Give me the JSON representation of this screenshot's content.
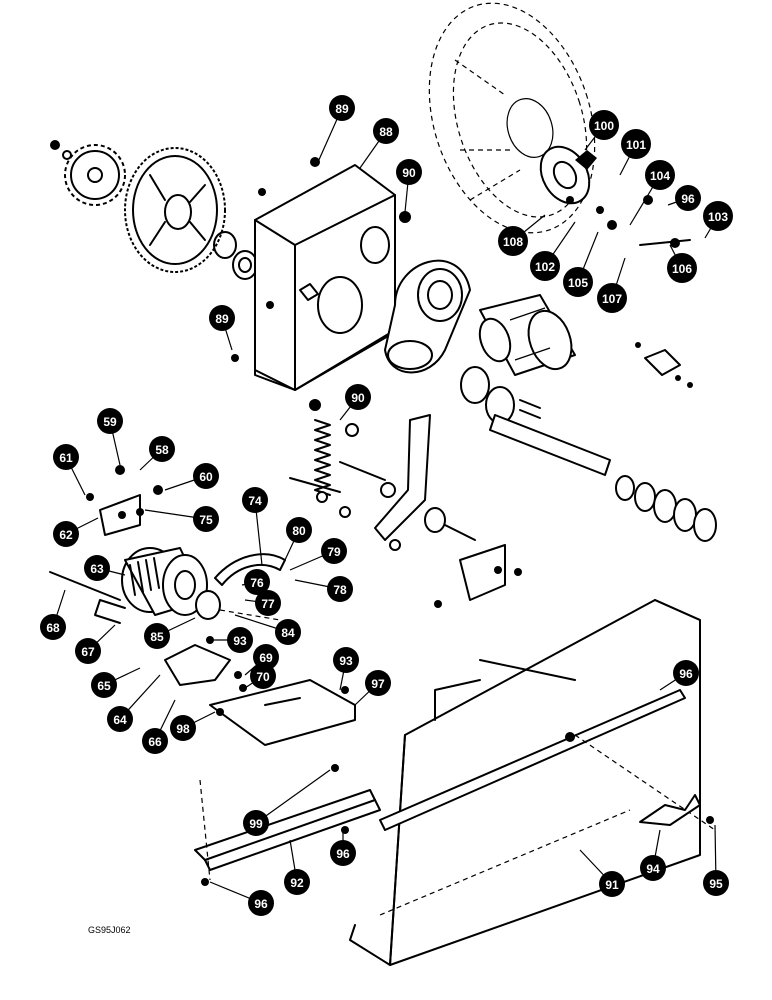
{
  "diagram_code": "GS95J062",
  "callouts": [
    {
      "label": "89",
      "id": "89a"
    },
    {
      "label": "88",
      "id": "88"
    },
    {
      "label": "90",
      "id": "90a"
    },
    {
      "label": "100",
      "id": "100"
    },
    {
      "label": "101",
      "id": "101"
    },
    {
      "label": "104",
      "id": "104"
    },
    {
      "label": "96",
      "id": "96a"
    },
    {
      "label": "103",
      "id": "103"
    },
    {
      "label": "108",
      "id": "108"
    },
    {
      "label": "102",
      "id": "102"
    },
    {
      "label": "105",
      "id": "105"
    },
    {
      "label": "106",
      "id": "106"
    },
    {
      "label": "107",
      "id": "107"
    },
    {
      "label": "89",
      "id": "89b"
    },
    {
      "label": "90",
      "id": "90b"
    },
    {
      "label": "59",
      "id": "59"
    },
    {
      "label": "58",
      "id": "58"
    },
    {
      "label": "61",
      "id": "61"
    },
    {
      "label": "60",
      "id": "60"
    },
    {
      "label": "74",
      "id": "74"
    },
    {
      "label": "62",
      "id": "62"
    },
    {
      "label": "75",
      "id": "75"
    },
    {
      "label": "80",
      "id": "80"
    },
    {
      "label": "79",
      "id": "79"
    },
    {
      "label": "63",
      "id": "63"
    },
    {
      "label": "76",
      "id": "76"
    },
    {
      "label": "78",
      "id": "78"
    },
    {
      "label": "77",
      "id": "77"
    },
    {
      "label": "68",
      "id": "68"
    },
    {
      "label": "84",
      "id": "84"
    },
    {
      "label": "85",
      "id": "85"
    },
    {
      "label": "93",
      "id": "93a"
    },
    {
      "label": "67",
      "id": "67"
    },
    {
      "label": "69",
      "id": "69"
    },
    {
      "label": "93",
      "id": "93b"
    },
    {
      "label": "65",
      "id": "65"
    },
    {
      "label": "70",
      "id": "70"
    },
    {
      "label": "97",
      "id": "97"
    },
    {
      "label": "96",
      "id": "96b"
    },
    {
      "label": "64",
      "id": "64"
    },
    {
      "label": "66",
      "id": "66"
    },
    {
      "label": "98",
      "id": "98"
    },
    {
      "label": "99",
      "id": "99"
    },
    {
      "label": "96",
      "id": "96c"
    },
    {
      "label": "92",
      "id": "92"
    },
    {
      "label": "91",
      "id": "91"
    },
    {
      "label": "94",
      "id": "94"
    },
    {
      "label": "95",
      "id": "95"
    },
    {
      "label": "96",
      "id": "96d"
    }
  ]
}
